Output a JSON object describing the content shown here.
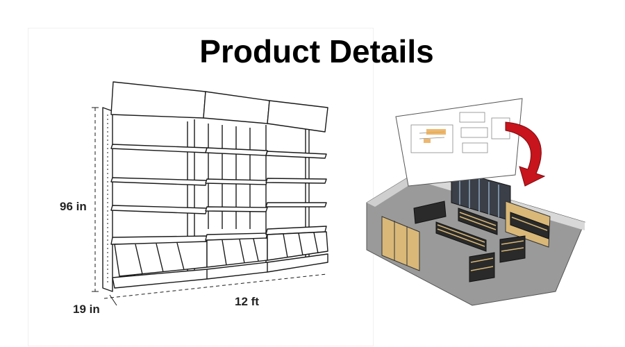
{
  "page": {
    "title": "Product Details"
  },
  "shelf_diagram": {
    "height_label": "96 in",
    "depth_label": "19 in",
    "width_label": "12 ft"
  },
  "colors": {
    "arrow_red": "#c8141c",
    "floor_gray": "#9a9a9a",
    "shelf_wood": "#d9b878",
    "unit_dark": "#2a2a2a"
  }
}
